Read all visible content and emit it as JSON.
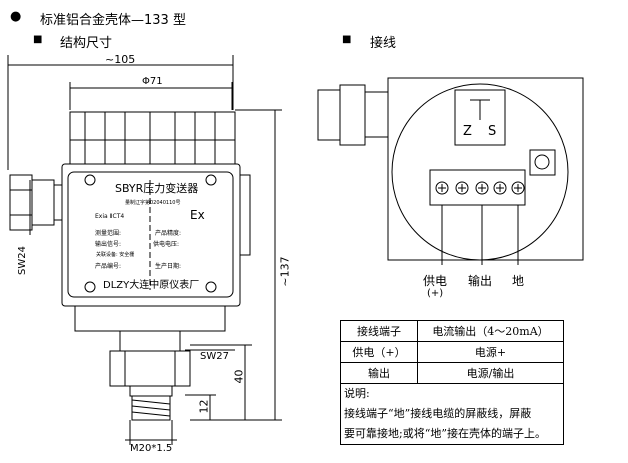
{
  "heading": {
    "bullet": "●",
    "title": "标准铝合金壳体—133 型"
  },
  "sections": {
    "bullet": "■",
    "structure": "结构尺寸",
    "wiring": "接线"
  },
  "dimensions": {
    "width": "~105",
    "diameter": "Φ71",
    "height": "~137",
    "lower": "40",
    "thread_len": "12",
    "sw_gland": "SW24",
    "sw_hex": "SW27",
    "thread": "M20*1.5"
  },
  "nameplate": {
    "title": "SBYR压力变送器",
    "license": "量制辽字第02040110号",
    "exia": "Exia ⅡCT4",
    "ex": "Ex",
    "range": "测量范围:",
    "accuracy": "产品精度:",
    "output": "输出信号:",
    "voltage": "供电电压:",
    "assoc": "关联设备: 安全栅",
    "serial": "产品编号:",
    "date": "生产日期:",
    "maker": "DLZY大连中原仪表厂"
  },
  "wiring": {
    "z": "Z",
    "s": "S",
    "label_power": "供电",
    "label_power_sign": "(+)",
    "label_output": "输出",
    "label_ground": "地"
  },
  "table": {
    "rows": [
      [
        "接线端子",
        "电流输出（4～20mA）"
      ],
      [
        "供电（+）",
        "电源+"
      ],
      [
        "输出",
        "电源/输出"
      ]
    ],
    "note_title": "说明:",
    "note_line1": "接线端子“地”接线电缆的屏蔽线，屏蔽",
    "note_line2": "要可靠接地;或将“地”接在壳体的端子上。"
  }
}
